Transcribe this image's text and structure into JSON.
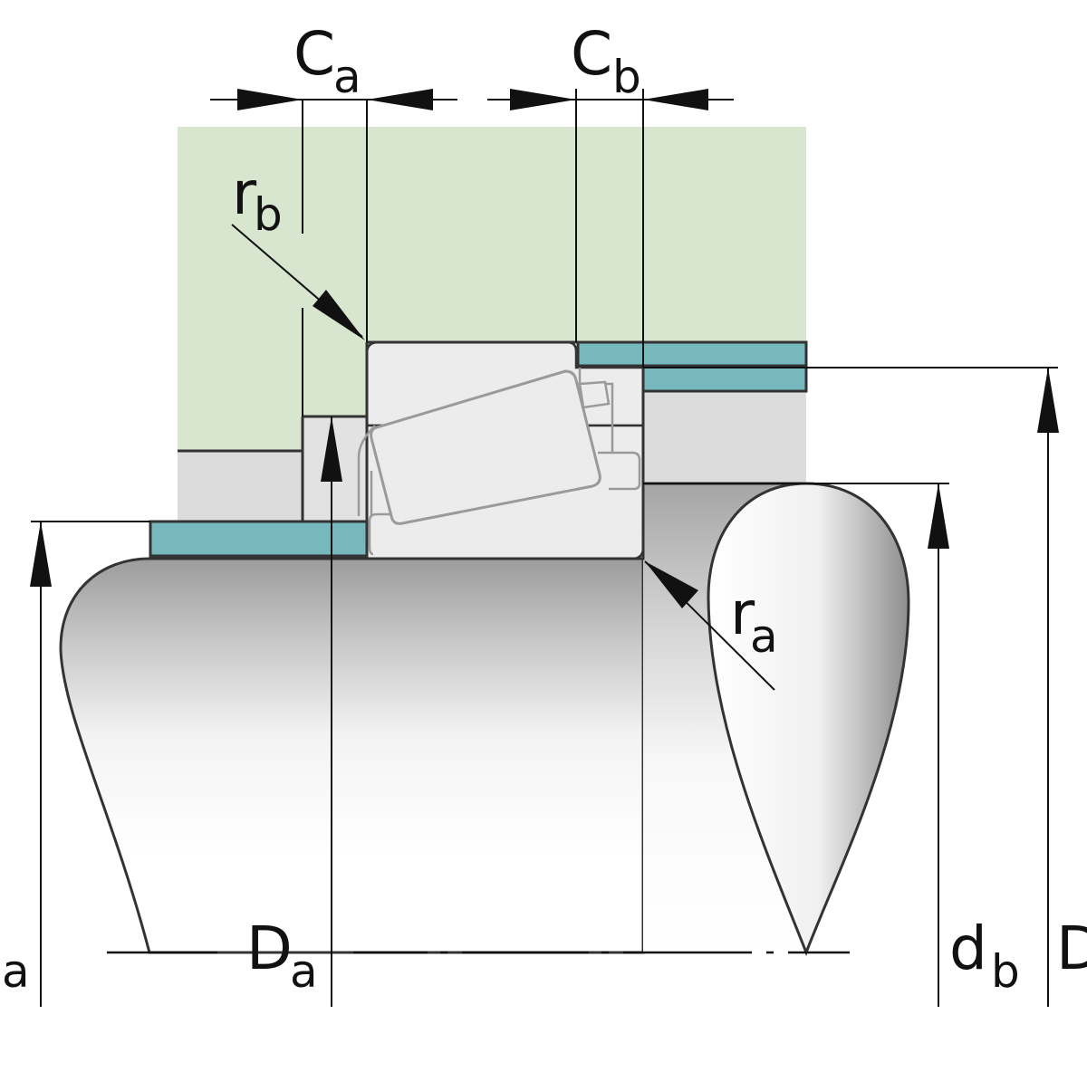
{
  "diagram": {
    "labels": {
      "ca": {
        "main": "C",
        "sub": "a"
      },
      "cb": {
        "main": "C",
        "sub": "b"
      },
      "rb": {
        "main": "r",
        "sub": "b"
      },
      "ra": {
        "main": "r",
        "sub": "a"
      },
      "da": {
        "main": "D",
        "sub": "a"
      },
      "db": {
        "main": "d",
        "sub": "b"
      },
      "d_left_partial": {
        "main": "a"
      },
      "d_right_partial": {
        "main": "D"
      }
    },
    "colors": {
      "housing": "#d9e6cf",
      "spacer": "#dcdcdc",
      "shim": "#77b8bd",
      "bearing": "#ececec",
      "bearing_edge": "#9a9a9a",
      "outline": "#333333",
      "shaft_dark": "#9c9c9c",
      "shaft_light": "#ffffff"
    }
  }
}
